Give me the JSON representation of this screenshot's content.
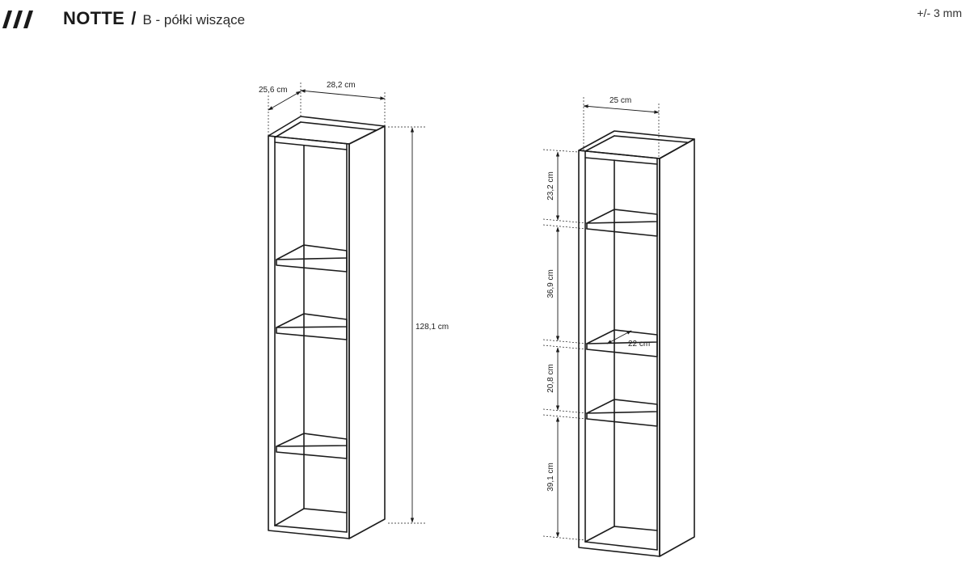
{
  "header": {
    "brand": "NOTTE",
    "separator": "/",
    "subtitle": "B - półki wiszące",
    "tolerance": "+/- 3 mm"
  },
  "icons": {
    "logo": "triple-slash-logo-icon"
  },
  "colors": {
    "line": "#1c1c1c",
    "background": "#ffffff"
  },
  "left_shelf": {
    "depth": "25,6 cm",
    "width": "28,2 cm",
    "height": "128,1 cm"
  },
  "right_shelf": {
    "width": "25 cm",
    "compartment_1": "23,2 cm",
    "compartment_2": "36,9 cm",
    "compartment_3": "20,8 cm",
    "compartment_4": "39,1 cm",
    "shelf_depth": "22 cm"
  }
}
